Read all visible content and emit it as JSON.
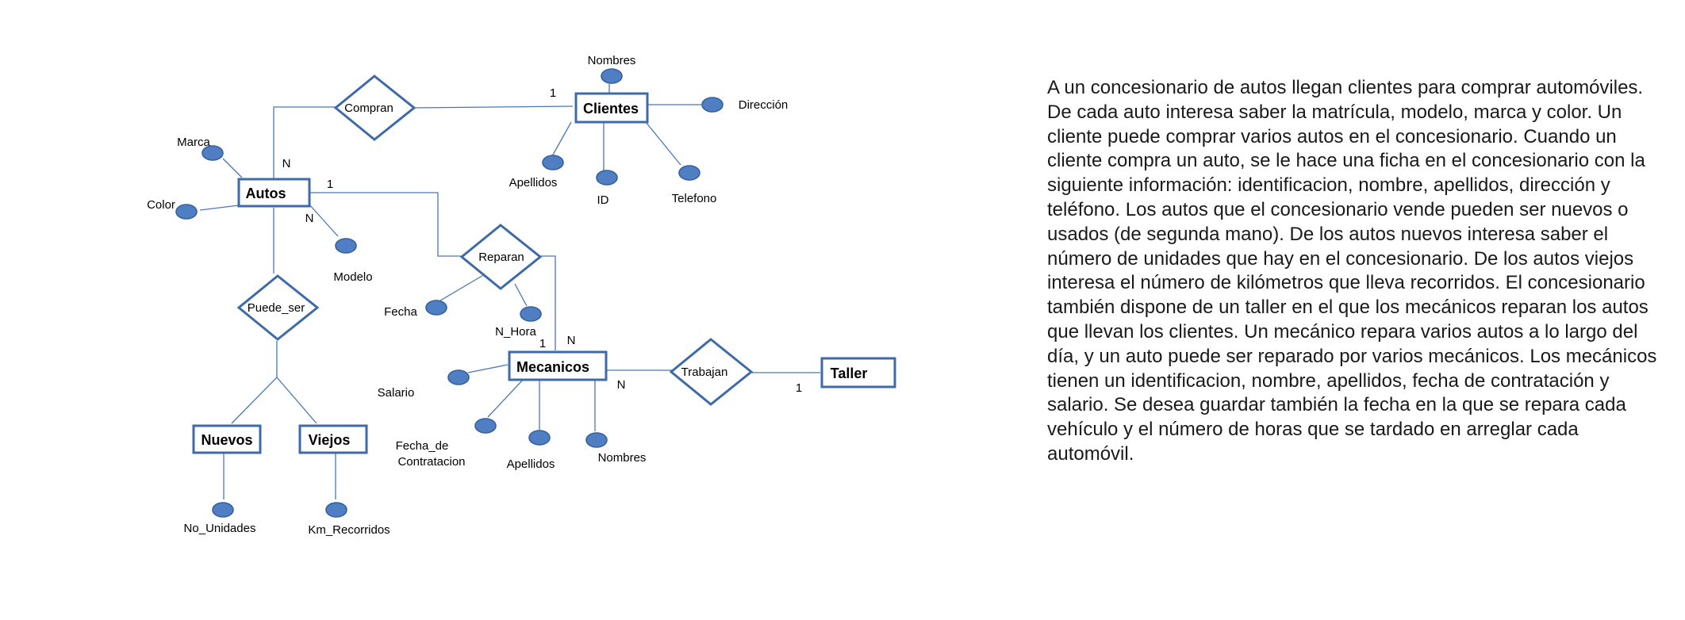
{
  "entities": {
    "autos": "Autos",
    "clientes": "Clientes",
    "mecanicos": "Mecanicos",
    "taller": "Taller",
    "nuevos": "Nuevos",
    "viejos": "Viejos"
  },
  "relationships": {
    "compran": "Compran",
    "reparan": "Reparan",
    "puede_ser": "Puede_ser",
    "trabajan": "Trabajan"
  },
  "attributes": {
    "marca": "Marca",
    "color": "Color",
    "modelo": "Modelo",
    "nombres_cliente": "Nombres",
    "direccion": "Dirección",
    "apellidos_cliente": "Apellidos",
    "id": "ID",
    "telefono": "Telefono",
    "fecha": "Fecha",
    "n_hora": "N_Hora",
    "salario": "Salario",
    "fecha_contratacion_line1": "Fecha_de",
    "fecha_contratacion_line2": "Contratacion",
    "apellidos_mecanico": "Apellidos",
    "nombres_mecanico": "Nombres",
    "no_unidades": "No_Unidades",
    "km_recorridos": "Km_Recorridos"
  },
  "cardinalities": {
    "compran_clientes": "1",
    "compran_autos": "N",
    "reparan_autos": "1",
    "autos_modelo_side": "N",
    "reparan_mecanicos_1": "1",
    "reparan_mecanicos_n": "N",
    "trabajan_mecanicos": "N",
    "trabajan_taller": "1"
  },
  "colors": {
    "stroke": "#3e6aa8",
    "attribute_fill": "#4f7ec2",
    "line": "#4a76b8"
  },
  "description": "A un concesionario de autos llegan clientes para comprar automóviles. De cada auto interesa saber la matrícula, modelo, marca y color. Un cliente puede comprar varios autos en el concesionario. Cuando un cliente compra un auto, se le hace una ficha en el concesionario con la siguiente información: identificacion, nombre, apellidos, dirección y teléfono. Los autos que el concesionario vende pueden ser nuevos o usados (de segunda mano). De los autos nuevos interesa saber el número de unidades que hay en el concesionario. De los autos viejos interesa el número de kilómetros que lleva recorridos. El concesionario también dispone de un taller en el que los mecánicos reparan los autos que llevan los clientes. Un mecánico repara varios autos a lo largo del día, y un auto puede ser reparado por varios mecánicos. Los mecánicos tienen un identificacion, nombre, apellidos, fecha de contratación y salario. Se desea guardar también la fecha en la que se repara cada vehículo y el número de horas que se tardado en arreglar cada automóvil."
}
